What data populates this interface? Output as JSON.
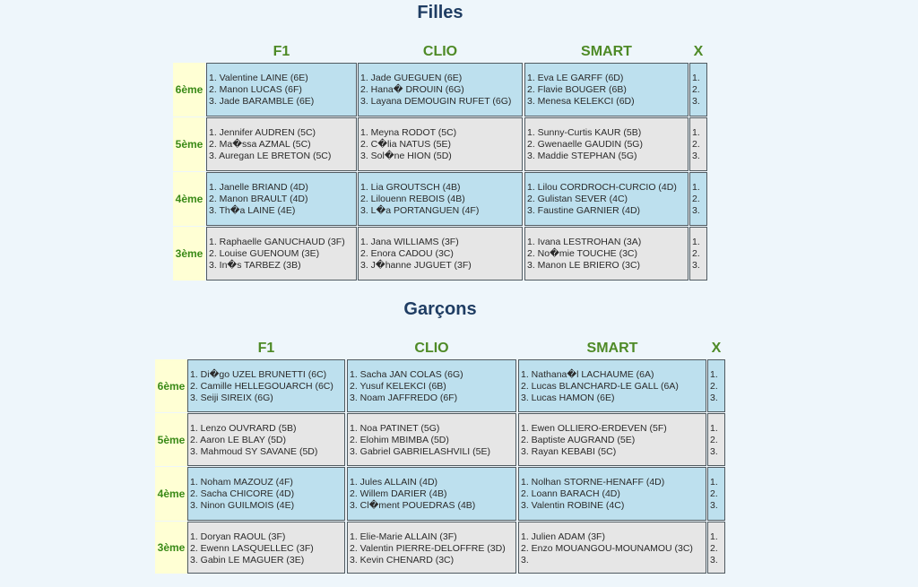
{
  "filles": {
    "title": "Filles",
    "columns": [
      "F1",
      "CLIO",
      "SMART",
      "X"
    ],
    "rows": [
      {
        "label": "6ème",
        "cells": [
          [
            "1. Valentine LAINE (6E)",
            "2. Manon LUCAS (6F)",
            "3. Jade BARAMBLE (6E)"
          ],
          [
            "1. Jade GUEGUEN (6E)",
            "2. Hana� DROUIN (6G)",
            "3. Layana DEMOUGIN RUFET (6G)"
          ],
          [
            "1. Eva LE GARFF (6D)",
            "2. Flavie BOUGER (6B)",
            "3. Menesa KELEKCI (6D)"
          ],
          [
            "1.",
            "2.",
            "3."
          ]
        ]
      },
      {
        "label": "5ème",
        "cells": [
          [
            "1. Jennifer AUDREN (5C)",
            "2. Ma�ssa AZMAL (5C)",
            "3. Auregan LE BRETON (5C)"
          ],
          [
            "1. Meyna RODOT (5C)",
            "2. C�lia NATUS (5E)",
            "3. Sol�ne HION (5D)"
          ],
          [
            "1. Sunny-Curtis KAUR (5B)",
            "2. Gwenaelle GAUDIN (5G)",
            "3. Maddie STEPHAN (5G)"
          ],
          [
            "1.",
            "2.",
            "3."
          ]
        ]
      },
      {
        "label": "4ème",
        "cells": [
          [
            "1. Janelle BRIAND (4D)",
            "2. Manon BRAULT (4D)",
            "3. Th�a LAINE (4E)"
          ],
          [
            "1. Lia GROUTSCH (4B)",
            "2. Lilouenn REBOIS (4B)",
            "3. L�a PORTANGUEN (4F)"
          ],
          [
            "1. Lilou CORDROCH-CURCIO (4D)",
            "2. Gulistan SEVER (4C)",
            "3. Faustine GARNIER (4D)"
          ],
          [
            "1.",
            "2.",
            "3."
          ]
        ]
      },
      {
        "label": "3ème",
        "cells": [
          [
            "1. Raphaelle GANUCHAUD (3F)",
            "2. Louise GUENOUM (3E)",
            "3. In�s TARBEZ (3B)"
          ],
          [
            "1. Jana WILLIAMS (3F)",
            "2. Enora CADOU (3C)",
            "3. J�hanne JUGUET (3F)"
          ],
          [
            "1. Ivana LESTROHAN (3A)",
            "2. No�mie TOUCHE (3C)",
            "3. Manon LE BRIERO (3C)"
          ],
          [
            "1.",
            "2.",
            "3."
          ]
        ]
      }
    ]
  },
  "garcons": {
    "title": "Garçons",
    "columns": [
      "F1",
      "CLIO",
      "SMART",
      "X"
    ],
    "rows": [
      {
        "label": "6ème",
        "cells": [
          [
            "1. Di�go UZEL BRUNETTI (6C)",
            "2. Camille HELLEGOUARCH (6C)",
            "3. Seiji SIREIX (6G)"
          ],
          [
            "1. Sacha JAN COLAS (6G)",
            "2. Yusuf KELEKCI (6B)",
            "3. Noam JAFFREDO (6F)"
          ],
          [
            "1. Nathana�l LACHAUME (6A)",
            "2. Lucas BLANCHARD-LE GALL (6A)",
            "3. Lucas HAMON (6E)"
          ],
          [
            "1.",
            "2.",
            "3."
          ]
        ]
      },
      {
        "label": "5ème",
        "cells": [
          [
            "1. Lenzo OUVRARD (5B)",
            "2. Aaron LE BLAY (5D)",
            "3. Mahmoud SY SAVANE (5D)"
          ],
          [
            "1. Noa PATINET (5G)",
            "2. Elohim MBIMBA (5D)",
            "3. Gabriel GABRIELASHVILI (5E)"
          ],
          [
            "1. Ewen OLLIERO-ERDEVEN (5F)",
            "2. Baptiste AUGRAND (5E)",
            "3. Rayan KEBABI (5C)"
          ],
          [
            "1.",
            "2.",
            "3."
          ]
        ]
      },
      {
        "label": "4ème",
        "cells": [
          [
            "1. Noham MAZOUZ (4F)",
            "2. Sacha CHICORE (4D)",
            "3. Ninon GUILMOIS (4E)"
          ],
          [
            "1. Jules ALLAIN (4D)",
            "2. Willem DARIER (4B)",
            "3. Cl�ment POUEDRAS (4B)"
          ],
          [
            "1. Nolhan STORNE-HENAFF (4D)",
            "2. Loann BARACH (4D)",
            "3. Valentin ROBINE (4C)"
          ],
          [
            "1.",
            "2.",
            "3."
          ]
        ]
      },
      {
        "label": "3ème",
        "cells": [
          [
            "1. Doryan RAOUL (3F)",
            "2. Ewenn LASQUELLEC (3F)",
            "3. Gabin LE MAGUER (3E)"
          ],
          [
            "1. Elie-Marie ALLAIN (3F)",
            "2. Valentin PIERRE-DELOFFRE (3D)",
            "3. Kevin CHENARD (3C)"
          ],
          [
            "1. Julien ADAM (3F)",
            "2. Enzo MOUANGOU-MOUNAMOU (3C)",
            "3."
          ],
          [
            "1.",
            "2.",
            "3."
          ]
        ]
      }
    ]
  }
}
